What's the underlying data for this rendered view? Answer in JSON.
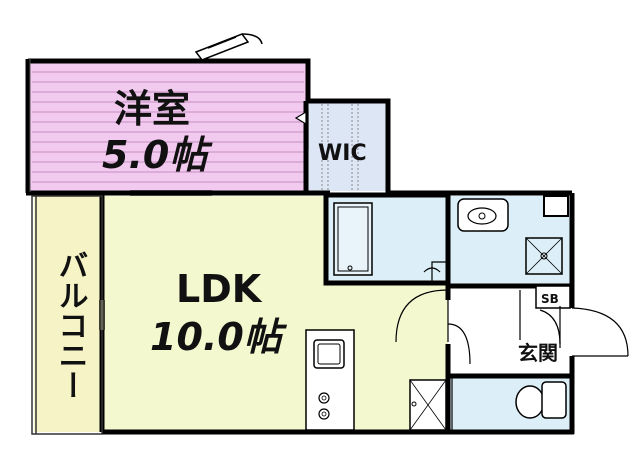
{
  "rooms": {
    "western_room": {
      "name": "洋室",
      "area": "5.0帖"
    },
    "walk_in_closet": {
      "name": "WIC"
    },
    "ldk": {
      "name": "LDK",
      "area": "10.0帖"
    },
    "balcony": {
      "name": "バルコニー"
    },
    "entrance": {
      "name": "玄関"
    },
    "shoe_box": {
      "name": "SB"
    }
  },
  "colors": {
    "western_room": "#f2c9ef",
    "wic": "#dde6f5",
    "ldk": "#f3f8cf",
    "balcony": "#f6f3c6",
    "bath": "#dceff8",
    "toilet": "#dceff8",
    "washroom": "#dceff8",
    "entrance": "#ffffff",
    "wall": "#000000"
  }
}
